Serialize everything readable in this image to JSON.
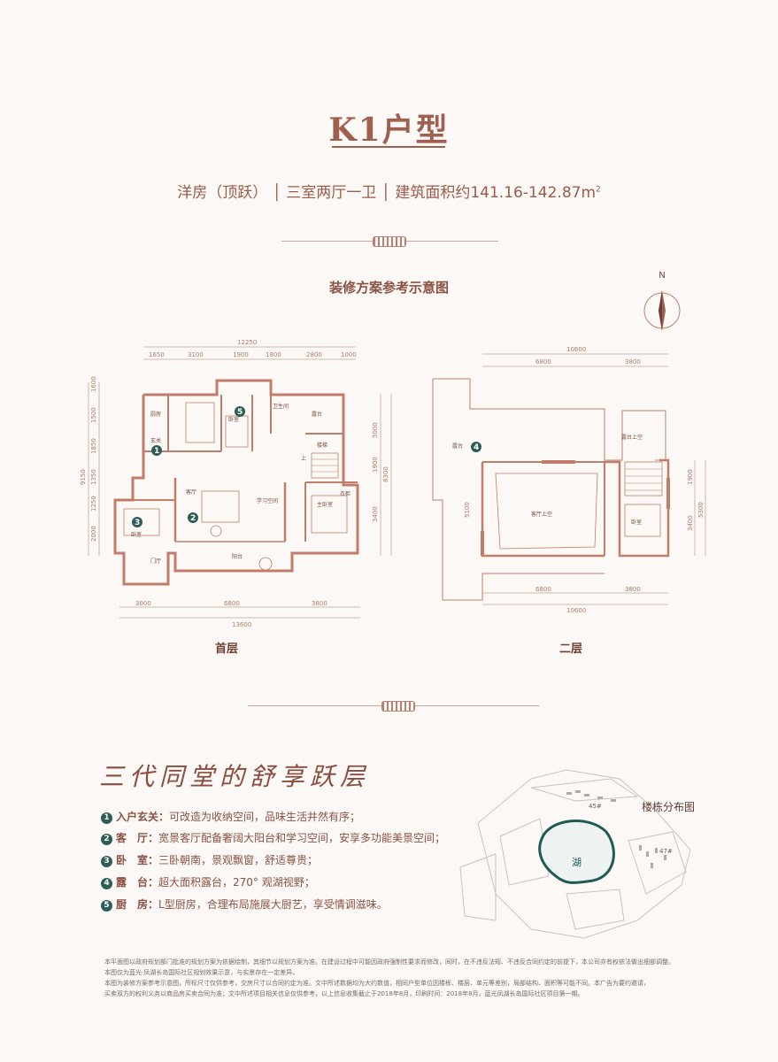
{
  "title": "K1户型",
  "spec": {
    "type": "洋房（顶跃）",
    "rooms": "三室两厅一卫",
    "area": "建筑面积约141.16-142.87m",
    "area_sup": "2"
  },
  "plan_caption": "装修方案参考示意图",
  "compass": "N",
  "floors": {
    "first": {
      "label": "首层",
      "dims_top_total": "12250",
      "dims_top": [
        "1650",
        "3100",
        "1900",
        "1800",
        "2800",
        "1000"
      ],
      "dims_bottom": [
        "3000",
        "6800",
        "3800"
      ],
      "dims_bottom_total": "13600",
      "dims_left": [
        "1600",
        "1500",
        "1850",
        "1350",
        "1250",
        "2000"
      ],
      "dims_left_total": "9150",
      "dims_right": [
        "3000",
        "1900",
        "3400"
      ],
      "dims_right_total": "8300",
      "rooms": [
        "玄关",
        "厨房",
        "卫生间",
        "露台",
        "卧室",
        "客厅",
        "学习空间",
        "主卧室",
        "阳台",
        "衣柜",
        "卧室",
        "门厅",
        "楼梯",
        "上"
      ],
      "markers": [
        "1",
        "2",
        "3",
        "5"
      ]
    },
    "second": {
      "label": "二层",
      "dims_top_total": "10600",
      "dims_top": [
        "6800",
        "3800"
      ],
      "dims_bottom": [
        "6800",
        "3800"
      ],
      "dims_bottom_total": "10600",
      "dims_left": [
        "5100"
      ],
      "dims_right": [
        "1900",
        "3400"
      ],
      "dims_right_total": "5300",
      "rooms": [
        "露台",
        "露台上空",
        "客厅上空",
        "卧室"
      ],
      "markers": [
        "4"
      ]
    }
  },
  "slogan": "三代同堂的舒享跃层",
  "features": [
    {
      "num": "1",
      "key": "入户玄关：",
      "text": "可改造为收纳空间，品味生活井然有序；"
    },
    {
      "num": "2",
      "key": "客　厅：",
      "text": "宽景客厅配备奢阔大阳台和学习空间，安享多功能美景空间；"
    },
    {
      "num": "3",
      "key": "卧　室：",
      "text": "三卧朝南，景观飘窗，舒适尊贵；"
    },
    {
      "num": "4",
      "key": "露　台：",
      "text": "超大面积露台，270° 观湖视野；"
    },
    {
      "num": "5",
      "key": "厨　房：",
      "text": "L型厨房，合理布局施展大厨艺，享受情调滋味。"
    }
  ],
  "map": {
    "title": "楼栋分布图",
    "lake": "湖",
    "buildings": [
      "45#",
      "47#"
    ],
    "lake_color": "#1f5a55"
  },
  "disclaimer": [
    "本平面图以政府规划部门批准的规划方案为依据绘制，其细节以规划方案为准。在建设过程中可能因政府强制性要求而修改，同时，在不违反法规、不违反合同约定的前提下，本公司亦有权依法做出细部调整。",
    "本图仅为蓝光·凤湖长岛国际社区规划效果示意，与实景存在一定差异。",
    "本图为装修方案参考示意图，所标尺寸仅供参考，交房尺寸以合同约定为准。文中所述数据均为大约数值，相同户型单位因楼栋、楼层、单元等差别，局部结构、面积等可能不同。本广告为要约邀请，",
    "买卖双方的权利义务以商品房买卖合同为准；文中所述项目相关信息仅供参考，以上信息收集截止于2018年8月，印刷时间：2018年8月，蓝光凤湖长岛国际社区项目第一期。"
  ],
  "colors": {
    "accent": "#a0604f",
    "wall": "#c17d6a",
    "marker": "#2e5d58",
    "background": "#fbf8f5"
  }
}
